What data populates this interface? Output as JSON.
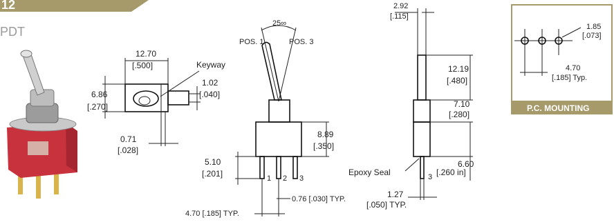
{
  "header": {
    "code": "12",
    "subtitle": "PDT"
  },
  "top_view": {
    "width_mm": "12.70",
    "width_in": "[.500]",
    "height_mm": "6.86",
    "height_in": "[.270]",
    "keyway": "Keyway",
    "keyway_mm": "1.02",
    "keyway_in": "[.040]",
    "offset_mm": "0.71",
    "offset_in": "[.028]"
  },
  "front_view": {
    "angle": "25∞",
    "pos1": "POS. 1",
    "pos3": "POS. 3",
    "body_mm": "8.89",
    "body_in": "[.350]",
    "pin_mm": "5.10",
    "pin_in": "[.201]",
    "pin_labels": [
      "1",
      "2",
      "3"
    ],
    "pitch": "4.70 [.185] TYP.",
    "pin_width": "0.76 [.030] TYP."
  },
  "side_view": {
    "tip_mm": "2.92",
    "tip_in": "[.115]",
    "lever_mm": "12.19",
    "lever_in": "[.480]",
    "bushing_mm": "7.10",
    "bushing_in": "[.280]",
    "base_mm": "6.60",
    "base_in": "[.260 in]",
    "epoxy": "Epoxy Seal",
    "pin_label": "3",
    "pin_mm": "1.27",
    "pin_in": "[.050] TYP."
  },
  "pc_mounting": {
    "title": "P.C. MOUNTING",
    "hole_mm": "1.85",
    "hole_in": "[.073]",
    "pitch_mm": "4.70",
    "pitch_in": "[.185] Typ."
  },
  "colors": {
    "accent": "#a69a6a",
    "switch_red": "#c8323c",
    "metal": "#b8b8b8"
  }
}
